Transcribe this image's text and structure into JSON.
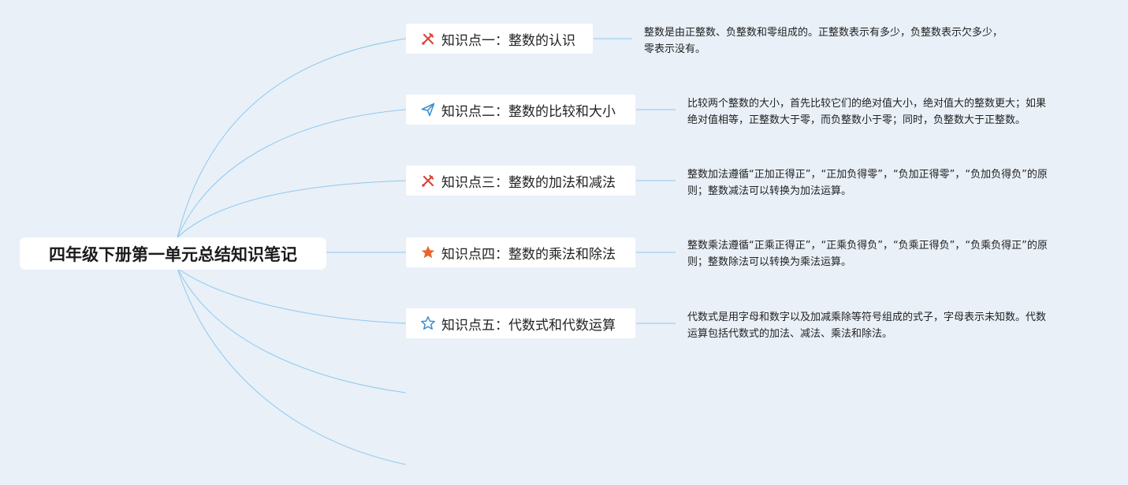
{
  "root": {
    "title": "四年级下册第一单元总结知识笔记"
  },
  "topics": [
    {
      "icon": "tools-icon",
      "label": "知识点一：整数的认识",
      "note_lines": [
        "整数是由正整数、负整数和零组成的。正整数表示有多少，负整数表示欠多少，",
        "零表示没有。"
      ]
    },
    {
      "icon": "paper-plane-icon",
      "label": "知识点二：整数的比较和大小",
      "note_lines": [
        "比较两个整数的大小，首先比较它们的绝对值大小，绝对值大的整数更大；如果",
        "绝对值相等，正整数大于零，而负整数小于零；同时，负整数大于正整数。"
      ]
    },
    {
      "icon": "tools-icon",
      "label": "知识点三：整数的加法和减法",
      "note_lines": [
        "整数加法遵循“正加正得正”，“正加负得零”，“负加正得零”，“负加负得负”的原",
        "则；整数减法可以转换为加法运算。"
      ]
    },
    {
      "icon": "star-filled-icon",
      "label": "知识点四：整数的乘法和除法",
      "note_lines": [
        "整数乘法遵循“正乘正得正”，“正乘负得负”，“负乘正得负”，“负乘负得正”的原",
        "则；整数除法可以转换为乘法运算。"
      ]
    },
    {
      "icon": "star-outline-icon",
      "label": "知识点五：代数式和代数运算",
      "note_lines": [
        "代数式是用字母和数字以及加减乘除等符号组成的式子，字母表示未知数。代数",
        "运算包括代数式的加法、减法、乘法和除法。"
      ]
    }
  ],
  "colors": {
    "background": "#e9f0f8",
    "connector": "#8fc9ee",
    "tools_icon": "#d9473a",
    "plane_icon": "#3b8fd0",
    "star_filled": "#e8642c",
    "star_outline": "#3b8fd0"
  }
}
